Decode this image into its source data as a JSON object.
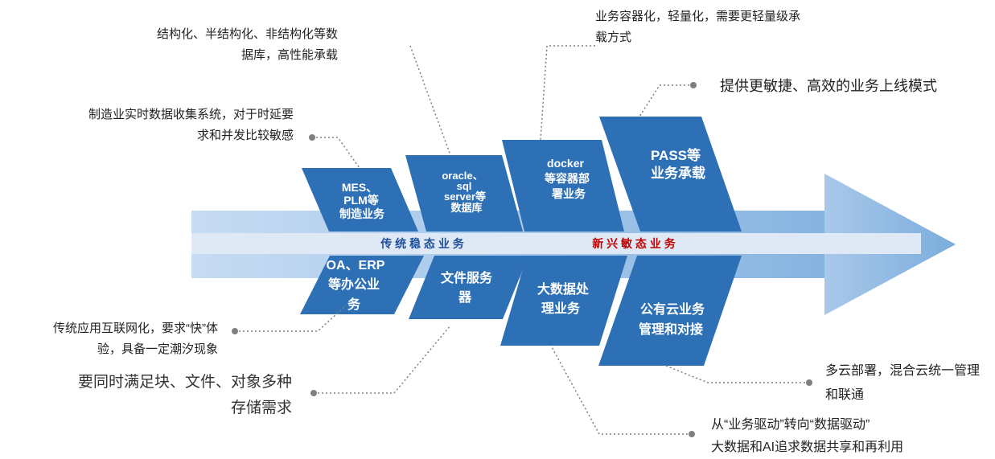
{
  "band": {
    "left_label": "传 统 稳 态 业 务",
    "right_label": "新 兴 敏 态 业 务",
    "left_color": "#1f4e9a",
    "right_color": "#c00000"
  },
  "colors": {
    "block": "#2e70b6",
    "arrow_light": "#b3cfee",
    "arrow_dark": "#7fb0de",
    "connector": "#7f7f7f"
  },
  "upper_blocks": [
    {
      "lines": [
        "MES、",
        "PLM等",
        "制造业务"
      ]
    },
    {
      "lines": [
        "oracle、",
        "sql",
        "server等",
        "数据库"
      ]
    },
    {
      "lines": [
        "docker",
        "等容器部",
        "署业务"
      ]
    },
    {
      "lines": [
        "PASS等",
        "业务承载"
      ]
    }
  ],
  "lower_blocks": [
    {
      "lines": [
        "OA、ERP",
        "等办公业",
        "务"
      ]
    },
    {
      "lines": [
        "文件服务",
        "器"
      ]
    },
    {
      "lines": [
        "大数据处",
        "理业务"
      ]
    },
    {
      "lines": [
        "公有云业务",
        "管理和对接"
      ]
    }
  ],
  "notes": {
    "structured": {
      "line1": "结构化、半结构化、非结构化等数",
      "line2": "据库，高性能承载"
    },
    "container": {
      "line1": "业务容器化，轻量化，需要更轻量级承",
      "line2": "载方式"
    },
    "agile": {
      "line1": "提供更敏捷、高效的业务上线模式"
    },
    "manufacturing": {
      "line1": "制造业实时数据收集系统，对于时延要",
      "line2": "求和并发比较敏感"
    },
    "internet": {
      "line1": "传统应用互联网化，要求“快”体",
      "line2": "验，具备一定潮汐现象"
    },
    "storage": {
      "line1": "要同时满足块、文件、对象多种",
      "line2": "存储需求"
    },
    "multicloud": {
      "line1": "多云部署，混合云统一管理",
      "line2": "和联通"
    },
    "datadriven": {
      "line1": "从“业务驱动”转向“数据驱动”",
      "line2": "大数据和AI追求数据共享和再利用"
    }
  }
}
